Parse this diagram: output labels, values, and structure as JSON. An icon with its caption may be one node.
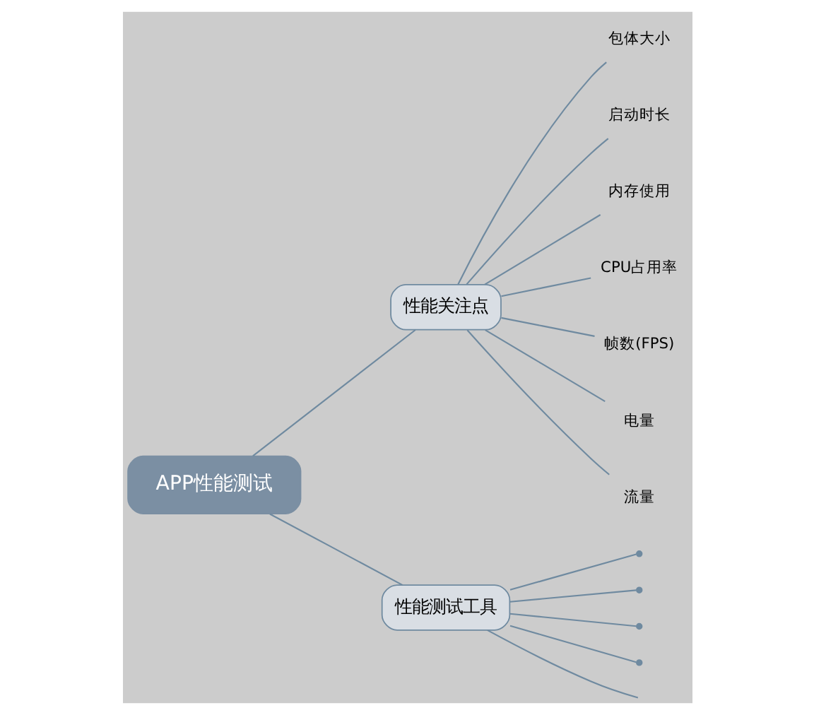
{
  "diagram": {
    "nodes": [
      {
        "text": [
          "APP性能测试"
        ]
      },
      {
        "text": [
          "性能关注点"
        ]
      },
      {
        "text": [
          "性能测试工具"
        ]
      },
      {
        "text": [
          "包体大小"
        ]
      },
      {
        "text": [
          "启动时长"
        ]
      },
      {
        "text": [
          "内存使用"
        ]
      },
      {
        "text": [
          "CPU占用率"
        ]
      },
      {
        "text": [
          "帧数(FPS)"
        ]
      },
      {
        "text": [
          "电量"
        ]
      },
      {
        "text": [
          "流量"
        ]
      },
      {
        "text": [],
        "shape": "point"
      },
      {
        "text": [],
        "shape": "point"
      },
      {
        "text": [],
        "shape": "point"
      },
      {
        "text": [],
        "shape": "point"
      }
    ],
    "edges": [
      {
        "from": 0,
        "to": 1,
        "arrow": "none"
      },
      {
        "from": 0,
        "to": 2,
        "arrow": "none"
      },
      {
        "from": 1,
        "to": 3,
        "arrow": "none"
      },
      {
        "from": 1,
        "to": 4,
        "arrow": "none"
      },
      {
        "from": 1,
        "to": 5,
        "arrow": "none"
      },
      {
        "from": 1,
        "to": 6,
        "arrow": "none"
      },
      {
        "from": 1,
        "to": 7,
        "arrow": "none"
      },
      {
        "from": 1,
        "to": 8,
        "arrow": "none"
      },
      {
        "from": 1,
        "to": 9,
        "arrow": "none"
      },
      {
        "from": 2,
        "to": 10,
        "arrow": "none"
      },
      {
        "from": 2,
        "to": 11,
        "arrow": "none"
      },
      {
        "from": 2,
        "to": 12,
        "arrow": "none"
      },
      {
        "from": 2,
        "to": 13,
        "arrow": "none"
      },
      {
        "from": 2,
        "to": null,
        "arrow": "none"
      }
    ]
  }
}
